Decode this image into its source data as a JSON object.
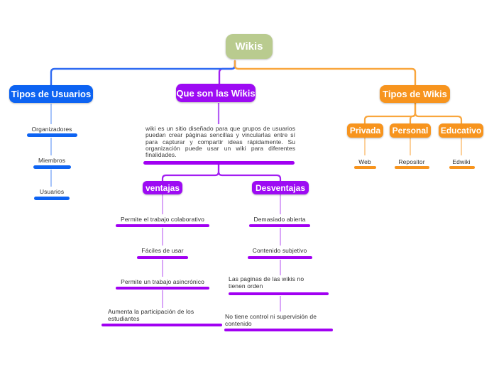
{
  "root": {
    "label": "Wikis"
  },
  "users_branch": {
    "label": "Tipos de Usuarios",
    "items": [
      {
        "label": "Organizadores"
      },
      {
        "label": "Miembros"
      },
      {
        "label": "Usuarios"
      }
    ]
  },
  "definition_branch": {
    "label": "Que son las Wikis",
    "description": "wiki es un sitio diseñado para que grupos de usuarios puedan crear páginas sencillas y vincularlas entre sí para capturar y compartir ideas rápidamente. Su organización puede usar un wiki para diferentes finalidades.",
    "advantages": {
      "label": "ventajas",
      "items": [
        {
          "label": "Permite el trabajo colaborativo"
        },
        {
          "label": "Fáciles de usar"
        },
        {
          "label": "Permite un trabajo asincrónico"
        },
        {
          "label": "Aumenta la participación de los estudiantes"
        }
      ]
    },
    "disadvantages": {
      "label": "Desventajas",
      "items": [
        {
          "label": "Demasiado abierta"
        },
        {
          "label": "Contenido subjetivo"
        },
        {
          "label": "Las paginas de las wikis no tienen orden"
        },
        {
          "label": "No tiene control ni supervisión de contenido"
        }
      ]
    }
  },
  "types_branch": {
    "label": "Tipos de Wikis",
    "children": [
      {
        "label": "Privada",
        "item": "Web"
      },
      {
        "label": "Personal",
        "item": "Repositor"
      },
      {
        "label": "Educativo",
        "item": "Edwiki"
      }
    ]
  },
  "colors": {
    "root_green": "#b9cb8f",
    "branch_blue": "#0d63f2",
    "branch_purple": "#9d0bf3",
    "branch_orange": "#f7941e",
    "light_blue_line": "#a6c3fa",
    "light_purple_line": "#d9a6f8",
    "light_orange_line": "#fcd09a",
    "text_dark": "#2f2f2f"
  }
}
